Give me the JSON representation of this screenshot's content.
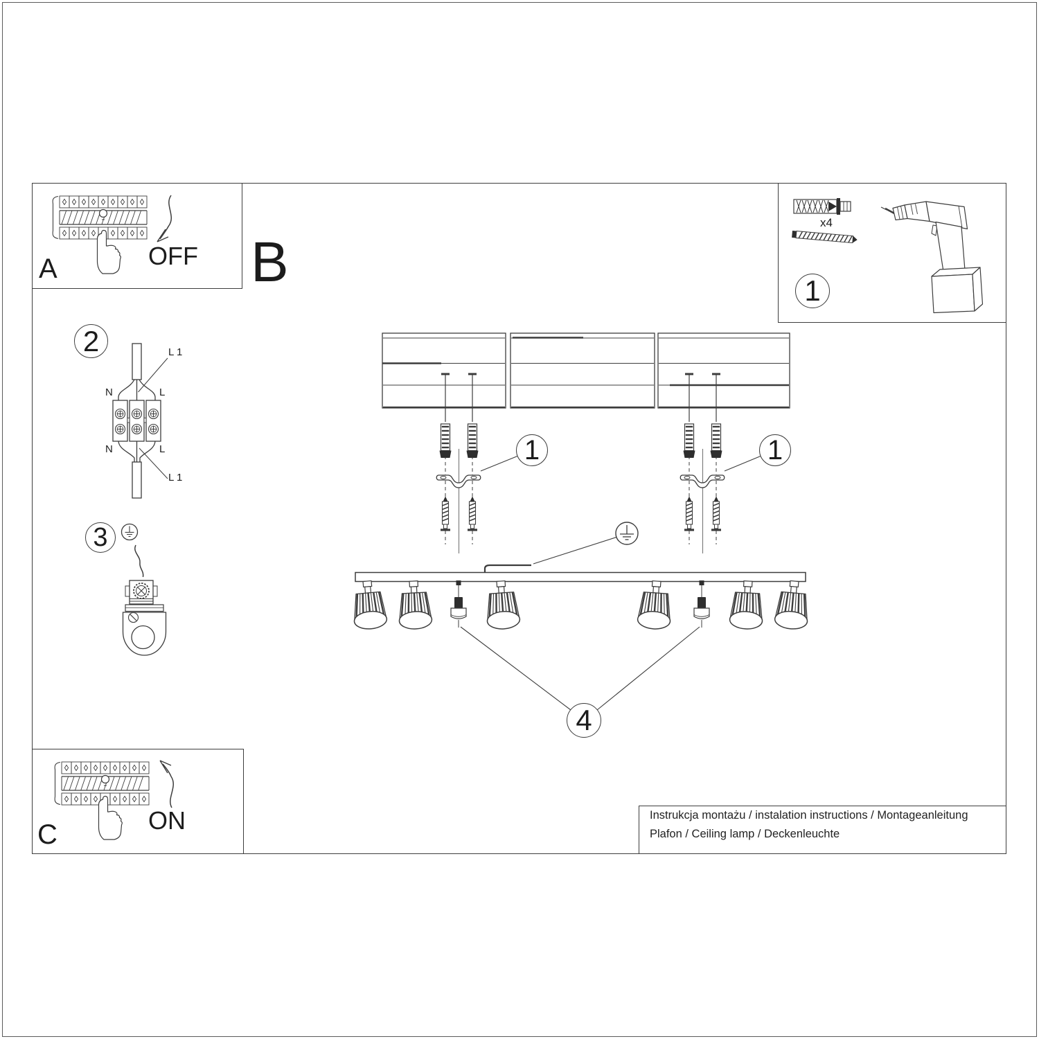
{
  "labels": {
    "step_a": "A",
    "step_b": "B",
    "step_c": "C",
    "breaker_off": "OFF",
    "breaker_on": "ON",
    "anchor_quantity": "x4"
  },
  "callouts": {
    "hardware_kit": "1",
    "bracket_left": "1",
    "bracket_right": "1",
    "terminal_block": "2",
    "ground_connector": "3",
    "shade_fasteners": "4"
  },
  "wiring": {
    "neutral_top": "N",
    "line_top": "L",
    "l1_top": "L 1",
    "neutral_bottom": "N",
    "line_bottom": "L",
    "l1_bottom": "L 1"
  },
  "footer": {
    "line1": "Instrukcja montażu / instalation instructions / Montageanleitung",
    "line2": "Plafon / Ceiling lamp / Deckenleuchte"
  },
  "colors": {
    "line": "#3c3c3c",
    "dark_fill": "#2e2e2e",
    "text": "#1c1c1c",
    "background": "#ffffff"
  }
}
